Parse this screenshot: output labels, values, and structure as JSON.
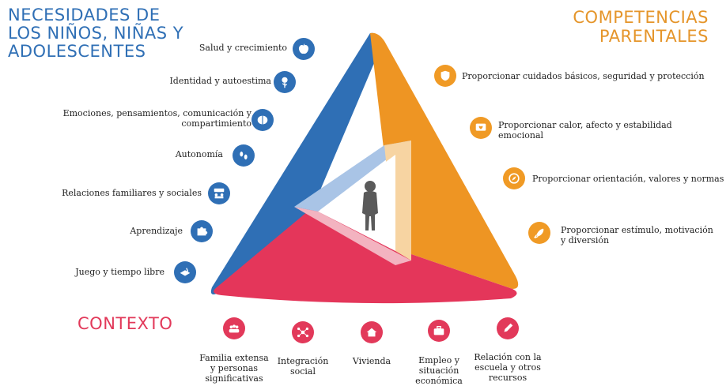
{
  "headings": {
    "needs": [
      "NECESIDADES DE",
      "LOS NIÑOS, NIÑAS Y",
      "ADOLESCENTES"
    ],
    "parental": [
      "COMPETENCIAS",
      "PARENTALES"
    ],
    "context": "CONTEXTO"
  },
  "colors": {
    "needs": "#2f6fb5",
    "parental": "#f09a25",
    "context": "#e2395a"
  },
  "needs_items": [
    {
      "label": "Salud y crecimiento",
      "icon": "apple-icon"
    },
    {
      "label": "Identidad y autoestima",
      "icon": "flower-icon"
    },
    {
      "label": "Emociones, pensamientos, comunicación y",
      "label2": "compartimiento",
      "icon": "brain-icon"
    },
    {
      "label": "Autonomía",
      "icon": "footprints-icon"
    },
    {
      "label": "Relaciones familiares y sociales",
      "icon": "people-icon"
    },
    {
      "label": "Aprendizaje",
      "icon": "puzzle-icon"
    },
    {
      "label": "Juego y tiempo libre",
      "icon": "sandbox-icon"
    }
  ],
  "parental_items": [
    {
      "label": "Proporcionar cuidados básicos, seguridad y protección",
      "icon": "shield-icon"
    },
    {
      "label": "Proporcionar calor, afecto y estabilidad",
      "label2": "emocional",
      "icon": "heart-message-icon"
    },
    {
      "label": "Proporcionar orientación, valores y normas",
      "icon": "compass-icon"
    },
    {
      "label": "Proporcionar estímulo, motivación",
      "label2": "y diversión",
      "icon": "rocket-icon"
    }
  ],
  "context_items": [
    {
      "label": "Familia extensa",
      "label2": "y personas",
      "label3": "significativas",
      "icon": "group-icon"
    },
    {
      "label": "Integración",
      "label2": "social",
      "icon": "network-icon"
    },
    {
      "label": "Vivienda",
      "icon": "house-icon"
    },
    {
      "label": "Empleo y",
      "label2": "situación",
      "label3": "económica",
      "icon": "briefcase-icon"
    },
    {
      "label": "Relación con la",
      "label2": "escuela y otros",
      "label3": "recursos",
      "icon": "pencil-icon"
    }
  ]
}
